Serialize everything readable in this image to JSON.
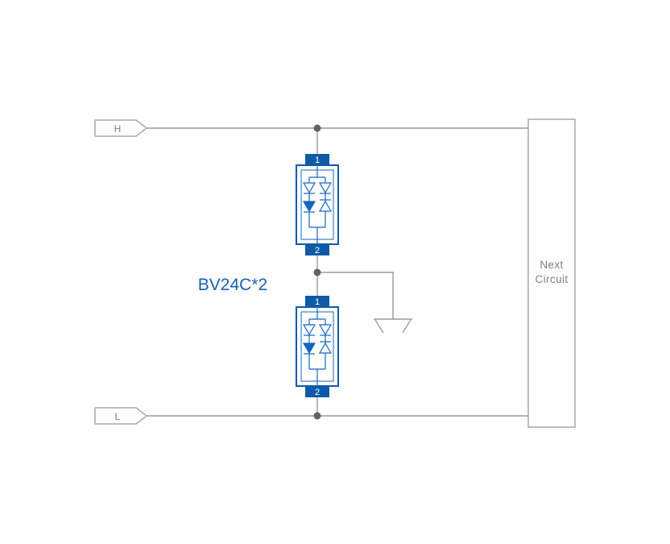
{
  "colors": {
    "wire": "#9a9a9a",
    "junction": "#5f6368",
    "blue": "#1565c0",
    "tab_blue": "#0d5aa7",
    "text_gray": "#76808a",
    "label_blue": "#1760b8",
    "background": "#ffffff"
  },
  "labels": {
    "h_terminal": "H",
    "l_terminal": "L",
    "next_circuit_line1": "Next",
    "next_circuit_line2": "Circuit",
    "component": "BV24C*2"
  },
  "tvs1": {
    "terminal_top": "1",
    "terminal_bottom": "2"
  },
  "tvs2": {
    "terminal_top": "1",
    "terminal_bottom": "2"
  }
}
